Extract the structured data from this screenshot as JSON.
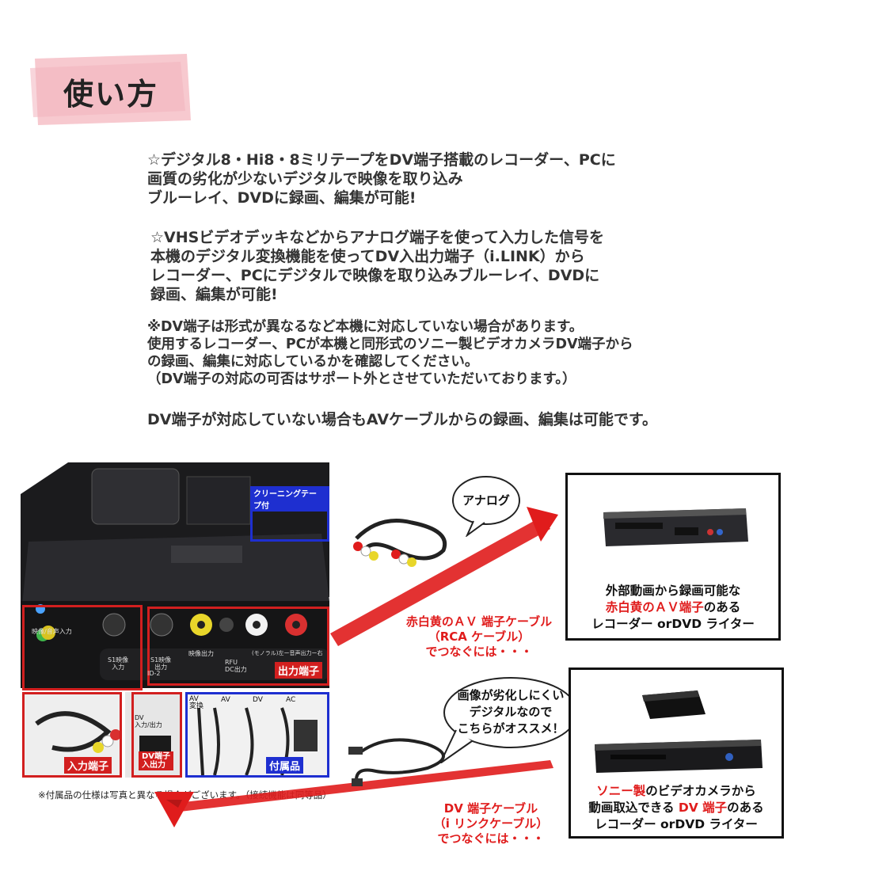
{
  "header": {
    "title": "使い方"
  },
  "paragraphs": {
    "p1": "☆デジタル8・Hi8・8ミリテープをDV端子搭載のレコーダー、PCに\n画質の劣化が少ないデジタルで映像を取り込み\nブルーレイ、DVDに録画、編集が可能!",
    "p2": "☆VHSビデオデッキなどからアナログ端子を使って入力した信号を\n本機のデジタル変換機能を使ってDV入出力端子（i.LINK）から\nレコーダー、PCにデジタルで映像を取り込みブルーレイ、DVDに\n録画、編集が可能!",
    "p3": "※DV端子は形式が異なるなど本機に対応していない場合があります。\n使用するレコーダー、PCが本機と同形式のソニー製ビデオカメラDV端子から\nの録画、編集に対応しているかを確認してください。\n（DV端子の対応の可否はサポート外とさせていただいております。）",
    "p4": "DV端子が対応していない場合もAVケーブルからの録画、編集は可能です。"
  },
  "device_photo": {
    "cleaning_tape_label": "クリーニングテープ付",
    "output_label": "出力端子",
    "input_label": "入力端子",
    "dv_io_label": "DV端子\n入出力",
    "accessories_label": "付属品",
    "acc_av_conv": "AV\n変換",
    "acc_av": "AV",
    "acc_dv": "DV",
    "acc_ac": "AC",
    "s1_in": "S1映像\n入力",
    "s1_out": "S1映像\n出力",
    "video_out": "映像出力",
    "audio_out": "(モノラル)左ー音声出力ー右",
    "rfu": "RFU\nDC出力",
    "id2": "ID-2",
    "dv_small": "DV\n入力/出力",
    "video_audio_in": "映像/音声入力",
    "note": "※付属品の仕様は写真と異なる場合がございます。（接続機能は同等品）"
  },
  "analog_path": {
    "bubble": "アナログ",
    "cable_label": "赤白黄のＡＶ 端子ケーブル\n（RCA ケーブル）\nでつなぐには・・・",
    "box_line1": "外部動画から録画可能な",
    "box_line2_red": "赤白黄のＡＶ端子",
    "box_line2_rest": "のある",
    "box_line3": "レコーダー orDVD ライター"
  },
  "dv_path": {
    "bubble": "画像が劣化しにくい\nデジタルなので\nこちらがオススメ！",
    "cable_label": "DV 端子ケーブル\n（i リンクケーブル）\nでつなぐには・・・",
    "box_line1_red": "ソニー製",
    "box_line1_rest": "のビデオカメラから",
    "box_line2_a": "動画取込できる ",
    "box_line2_red": "DV 端子",
    "box_line2_b": "のある",
    "box_line3": "レコーダー orDVD ライター"
  },
  "colors": {
    "accent_red": "#e01c1c",
    "banner_pink": "#f7c9cf",
    "box_blue": "#1e2fd0"
  }
}
